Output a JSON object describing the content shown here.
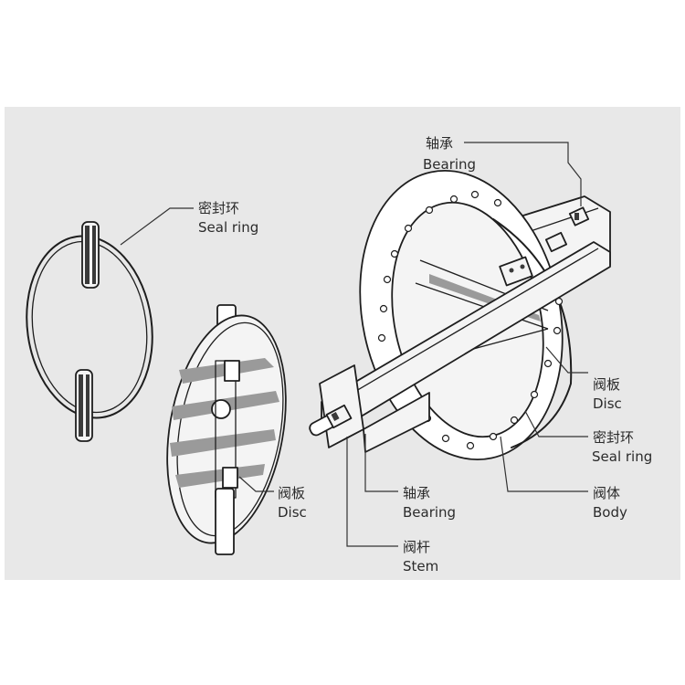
{
  "labels": {
    "seal_ring_left": {
      "cn": "密封环",
      "en": "Seal ring"
    },
    "disc_left": {
      "cn": "阀板",
      "en": "Disc"
    },
    "bearing_top": {
      "cn": "轴承",
      "en": "Bearing"
    },
    "disc_right": {
      "cn": "阀板",
      "en": "Disc"
    },
    "seal_ring_right": {
      "cn": "密封环",
      "en": "Seal ring"
    },
    "body": {
      "cn": "阀体",
      "en": "Body"
    },
    "bearing_bottom": {
      "cn": "轴承",
      "en": "Bearing"
    },
    "stem": {
      "cn": "阀杆",
      "en": "Stem"
    }
  },
  "colors": {
    "panel": "#e8e8e8",
    "ink": "#1e1e1e",
    "page": "#ffffff"
  }
}
